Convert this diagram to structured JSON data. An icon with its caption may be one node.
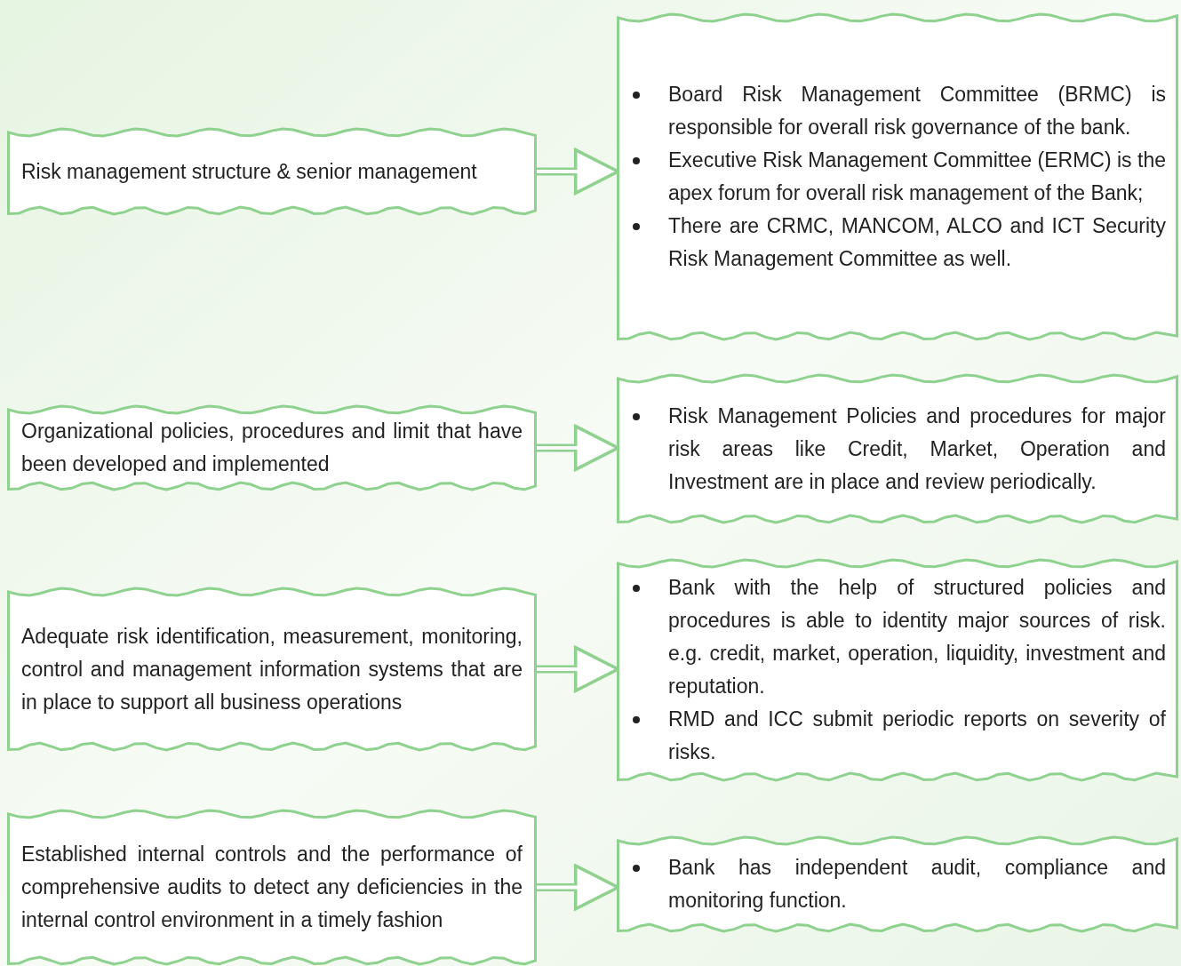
{
  "diagram": {
    "nodes": [
      {
        "text": [
          "Risk management structure & senior management"
        ]
      },
      {
        "text": [
          "Board Risk Management Committee (BRMC) is responsible for overall risk governance of the bank.",
          "Executive Risk Management Committee (ERMC) is the apex forum for overall risk management of the Bank;",
          "There are CRMC, MANCOM, ALCO and ICT Security Risk Management Committee as well."
        ]
      },
      {
        "text": [
          "Organizational policies, procedures and limit that have been developed and implemented"
        ]
      },
      {
        "text": [
          "Risk Management Policies and procedures for major risk areas like Credit, Market, Operation and Investment are in place and review periodically."
        ]
      },
      {
        "text": [
          "Adequate risk identification, measurement, monitoring, control and management information systems that are in place to support all business operations"
        ]
      },
      {
        "text": [
          "Bank with the help of structured policies and procedures is able to identity major sources of risk. e.g. credit, market, operation, liquidity, investment and reputation.",
          "RMD and ICC submit periodic reports on severity of risks."
        ]
      },
      {
        "text": [
          "Established internal controls and the performance of comprehensive audits to detect any deficiencies in the internal control environment in a timely fashion"
        ]
      },
      {
        "text": [
          "Bank has independent audit, compliance and monitoring function."
        ]
      }
    ],
    "edges": [
      {
        "from": 0,
        "to": 1,
        "arrow": "to"
      },
      {
        "from": 2,
        "to": 3,
        "arrow": "to"
      },
      {
        "from": 4,
        "to": 5,
        "arrow": "to"
      },
      {
        "from": 6,
        "to": 7,
        "arrow": "to"
      }
    ]
  }
}
